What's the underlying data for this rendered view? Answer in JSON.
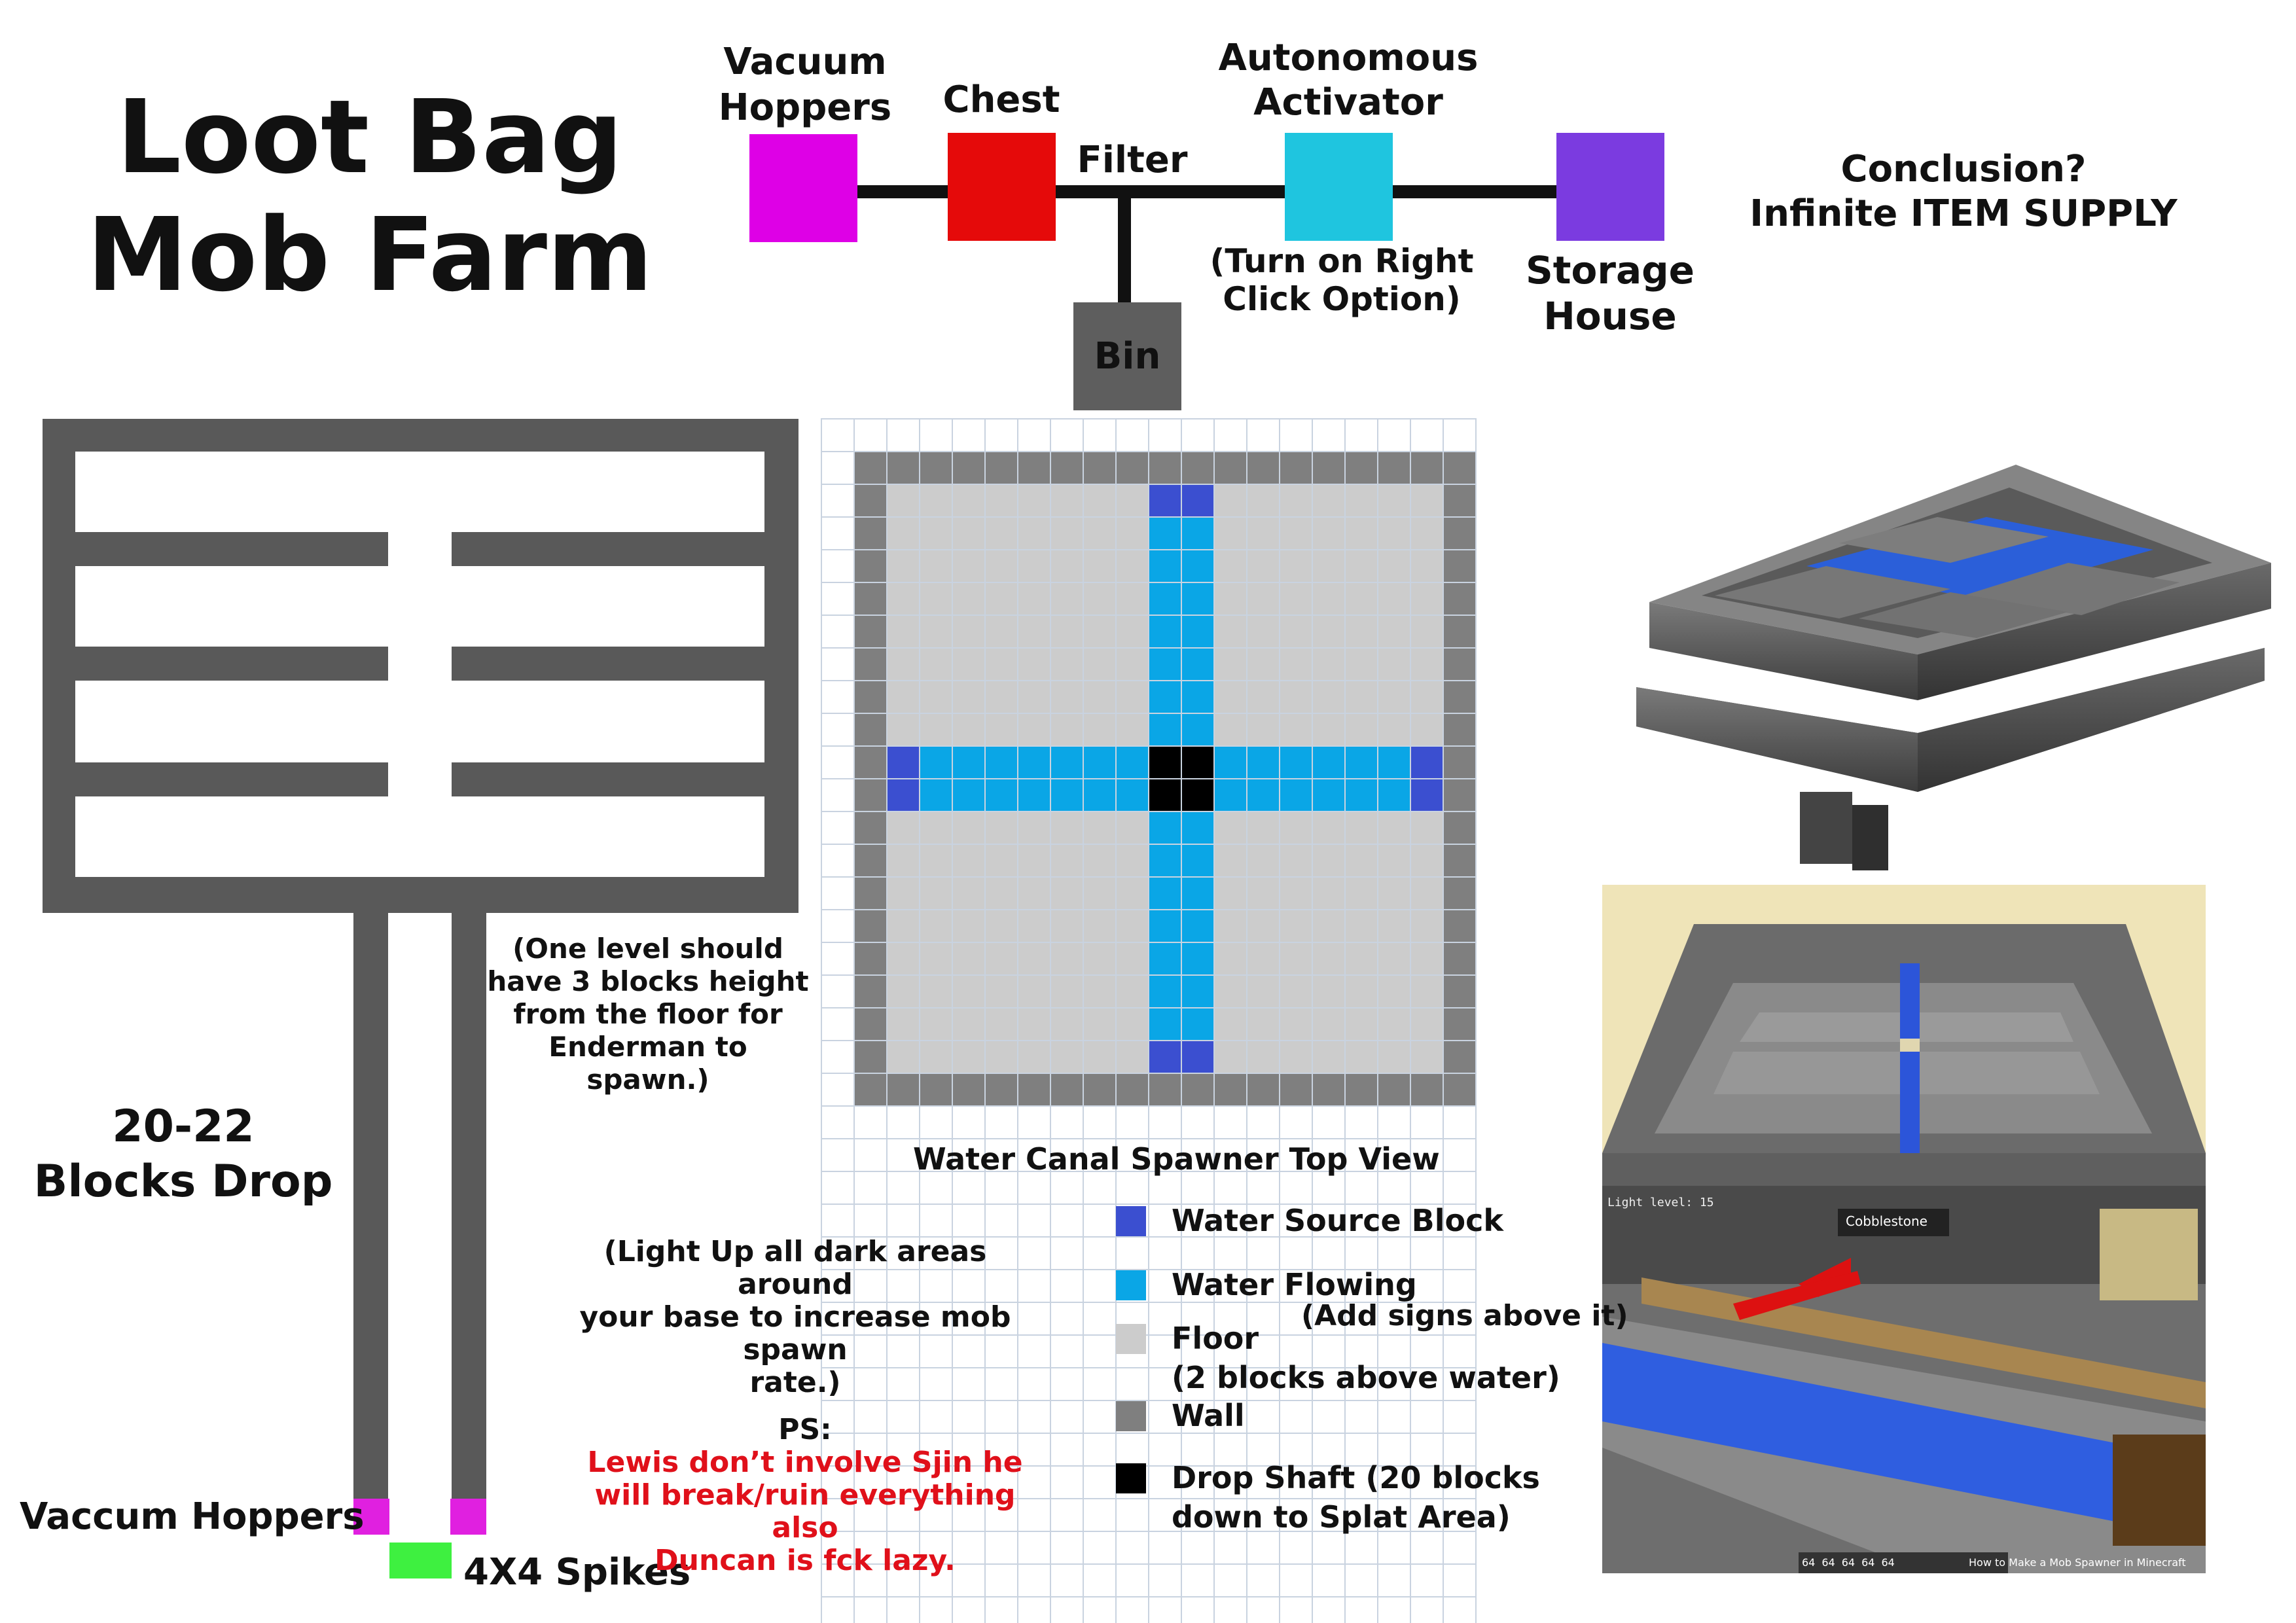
{
  "title": {
    "line1": "Loot Bag",
    "line2": "Mob Farm"
  },
  "flow": {
    "vacuum_hoppers": "Vacuum\nHoppers",
    "chest": "Chest",
    "filter": "Filter",
    "bin": "Bin",
    "autonomous_activator": "Autonomous\nActivator",
    "activator_note": "(Turn on Right\nClick Option)",
    "storage_house": "Storage\nHouse",
    "conclusion": "Conclusion?\nInfinite ITEM SUPPLY",
    "colors": {
      "vacuum": "#de00e6",
      "chest": "#e50a0a",
      "activator": "#1fc5df",
      "storage": "#7b3be0",
      "bin": "#5e5e5e"
    }
  },
  "side_view": {
    "level_note": "(One level should\nhave 3 blocks height\nfrom the floor for\nEnderman to spawn.)",
    "drop_label": "20-22\nBlocks Drop",
    "hoppers_label": "Vaccum Hoppers",
    "spikes_label": "4X4 Spikes",
    "colors": {
      "wall": "#595959",
      "hopper": "#e020e0",
      "spikes": "#3ef040"
    }
  },
  "grid_view": {
    "caption": "Water Canal Spawner Top View",
    "legend": [
      {
        "label": "Water Source Block",
        "color": "#3b4fd0"
      },
      {
        "label": "Water Flowing",
        "color": "#0aa6e6"
      },
      {
        "label": "Floor\n(2 blocks above water)",
        "color": "#cccccc"
      },
      {
        "label": "Wall",
        "color": "#7f7f7f"
      },
      {
        "label": "Drop Shaft (20 blocks\ndown to Splat Area)",
        "color": "#000000"
      }
    ]
  },
  "notes": {
    "light_up": "(Light Up all dark areas around\nyour base to increase mob spawn\nrate.)",
    "ps_prefix": "PS:",
    "ps_text": "Lewis don’t involve Sjin he\nwill break/ruin everything also\nDuncan is fck lazy.",
    "signs": "(Add signs above it)"
  },
  "screenshot": {
    "light_level": "Light level: 15",
    "tooltip": "Cobblestone",
    "hotbar_counts": [
      "64",
      "64",
      "64",
      "64",
      "64"
    ],
    "watermark": "How to Make a Mob Spawner in Minecraft"
  }
}
